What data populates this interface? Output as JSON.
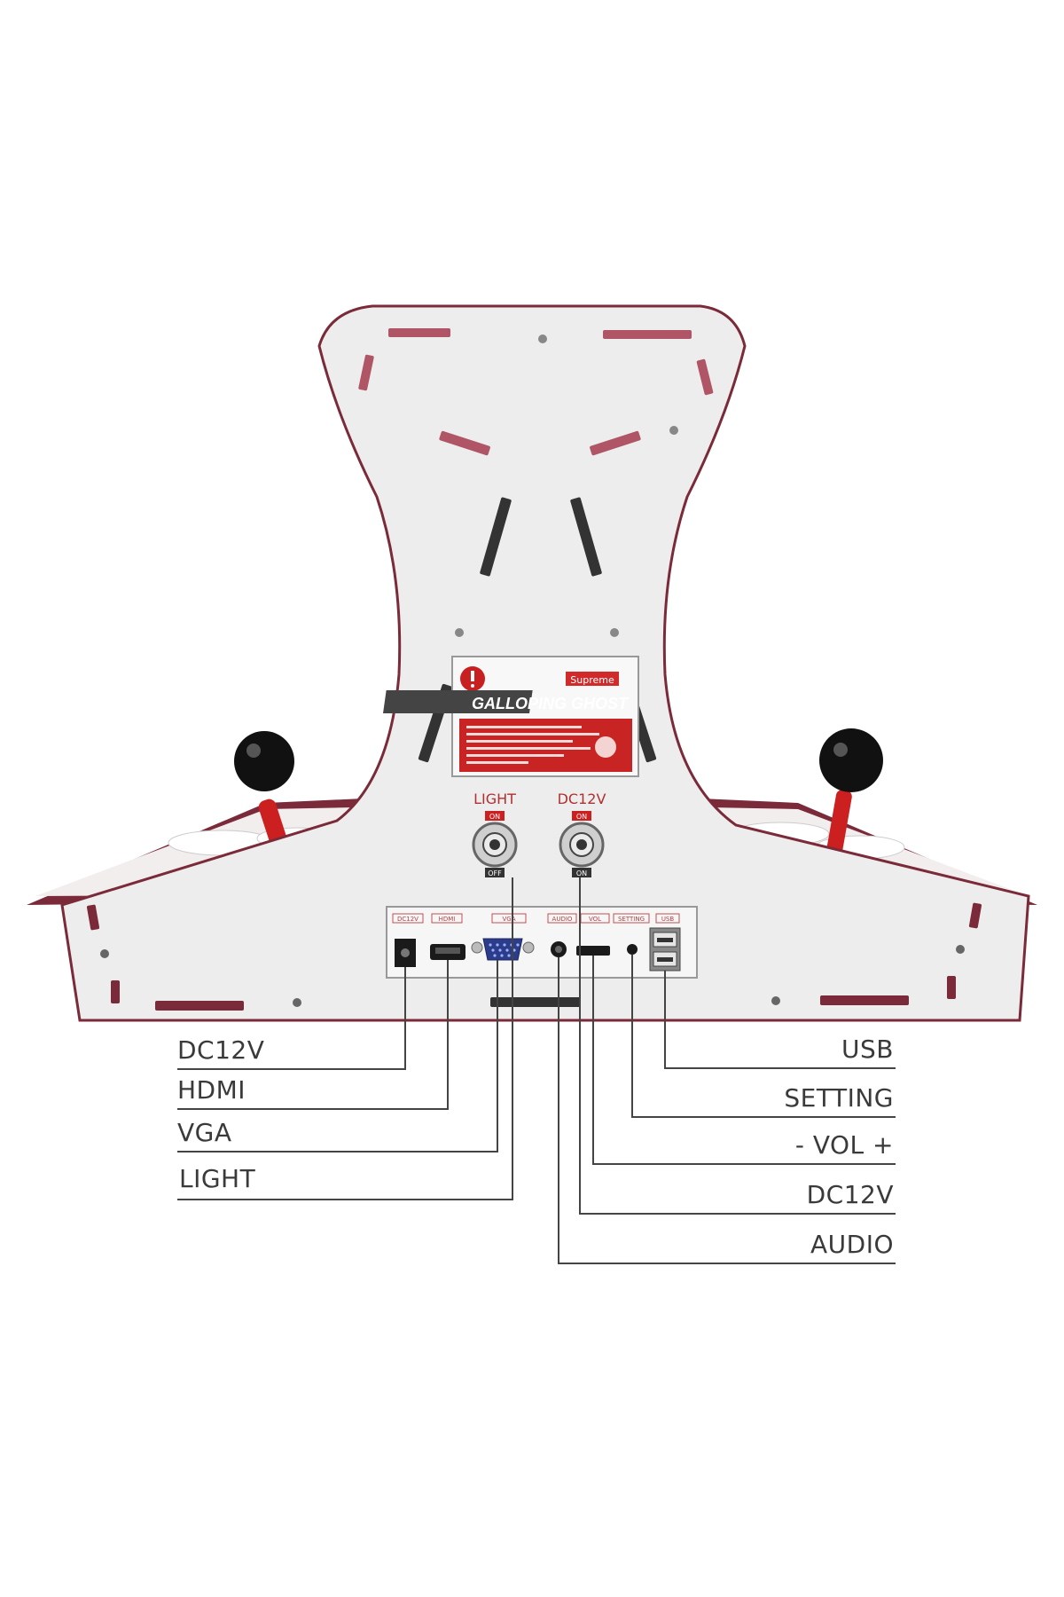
{
  "toggles": {
    "light": {
      "label": "LIGHT",
      "on": "ON",
      "off": "OFF"
    },
    "power": {
      "label": "DC12V",
      "on": "ON",
      "off": "ON"
    }
  },
  "sticker": {
    "brand": "Supreme",
    "title": "GALLOPING GHOST"
  },
  "callouts": {
    "left": [
      "DC12V",
      "HDMI",
      "VGA",
      "LIGHT"
    ],
    "right": [
      "USB",
      "SETTING",
      "- VOL +",
      "DC12V",
      "AUDIO"
    ]
  },
  "port_tags": [
    "DC12V",
    "HDMI",
    "VGA",
    "AUDIO",
    "VOL",
    "SETTING",
    "USB"
  ],
  "colors": {
    "body": "#ededed",
    "trim": "#7a2a38",
    "slot": "#b05566",
    "ball": "#111111",
    "shaft": "#cc2020",
    "line": "#444444"
  }
}
